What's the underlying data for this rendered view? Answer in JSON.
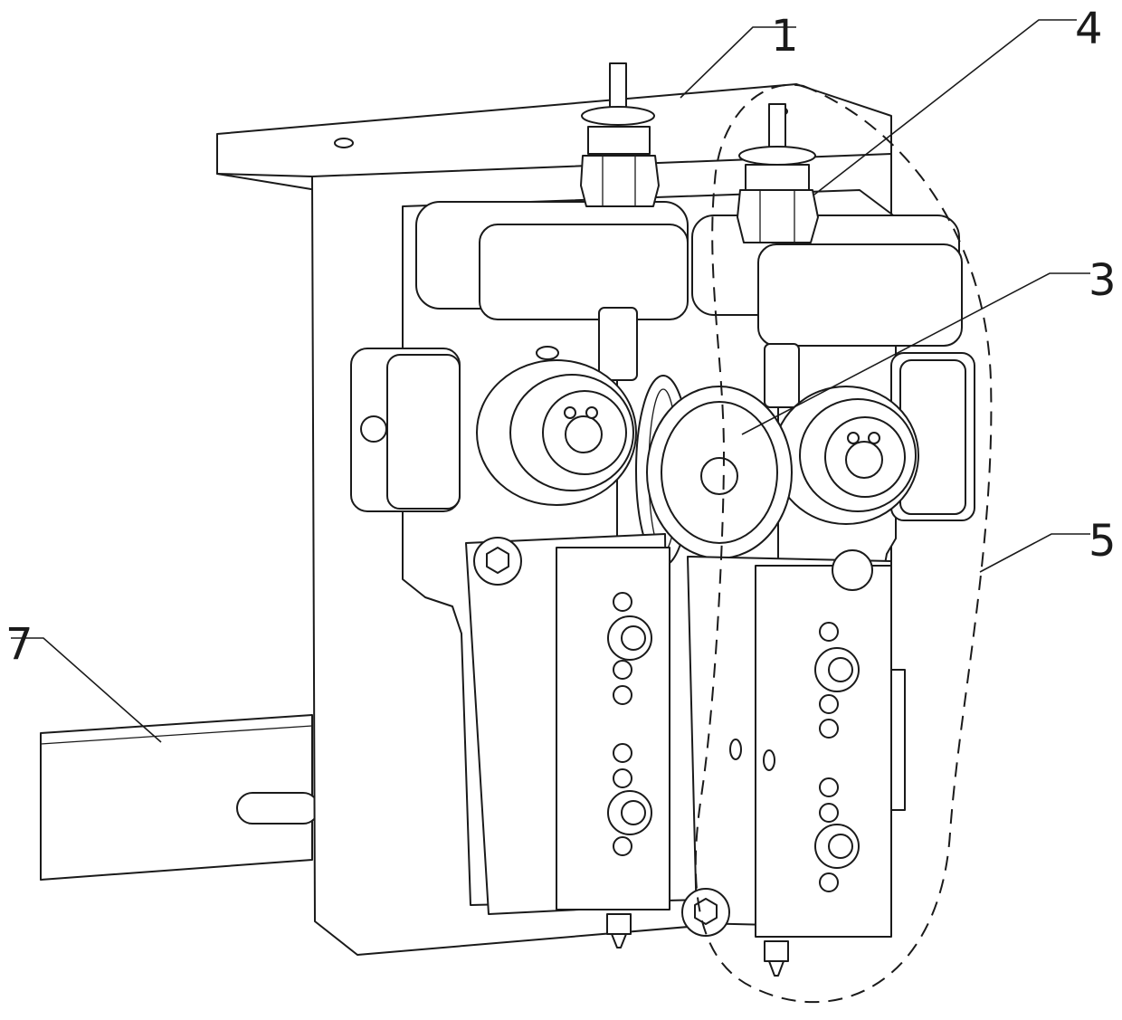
{
  "figure": {
    "labels": {
      "label_1": "1",
      "label_3": "3",
      "label_4": "4",
      "label_5": "5",
      "label_7": "7"
    }
  }
}
